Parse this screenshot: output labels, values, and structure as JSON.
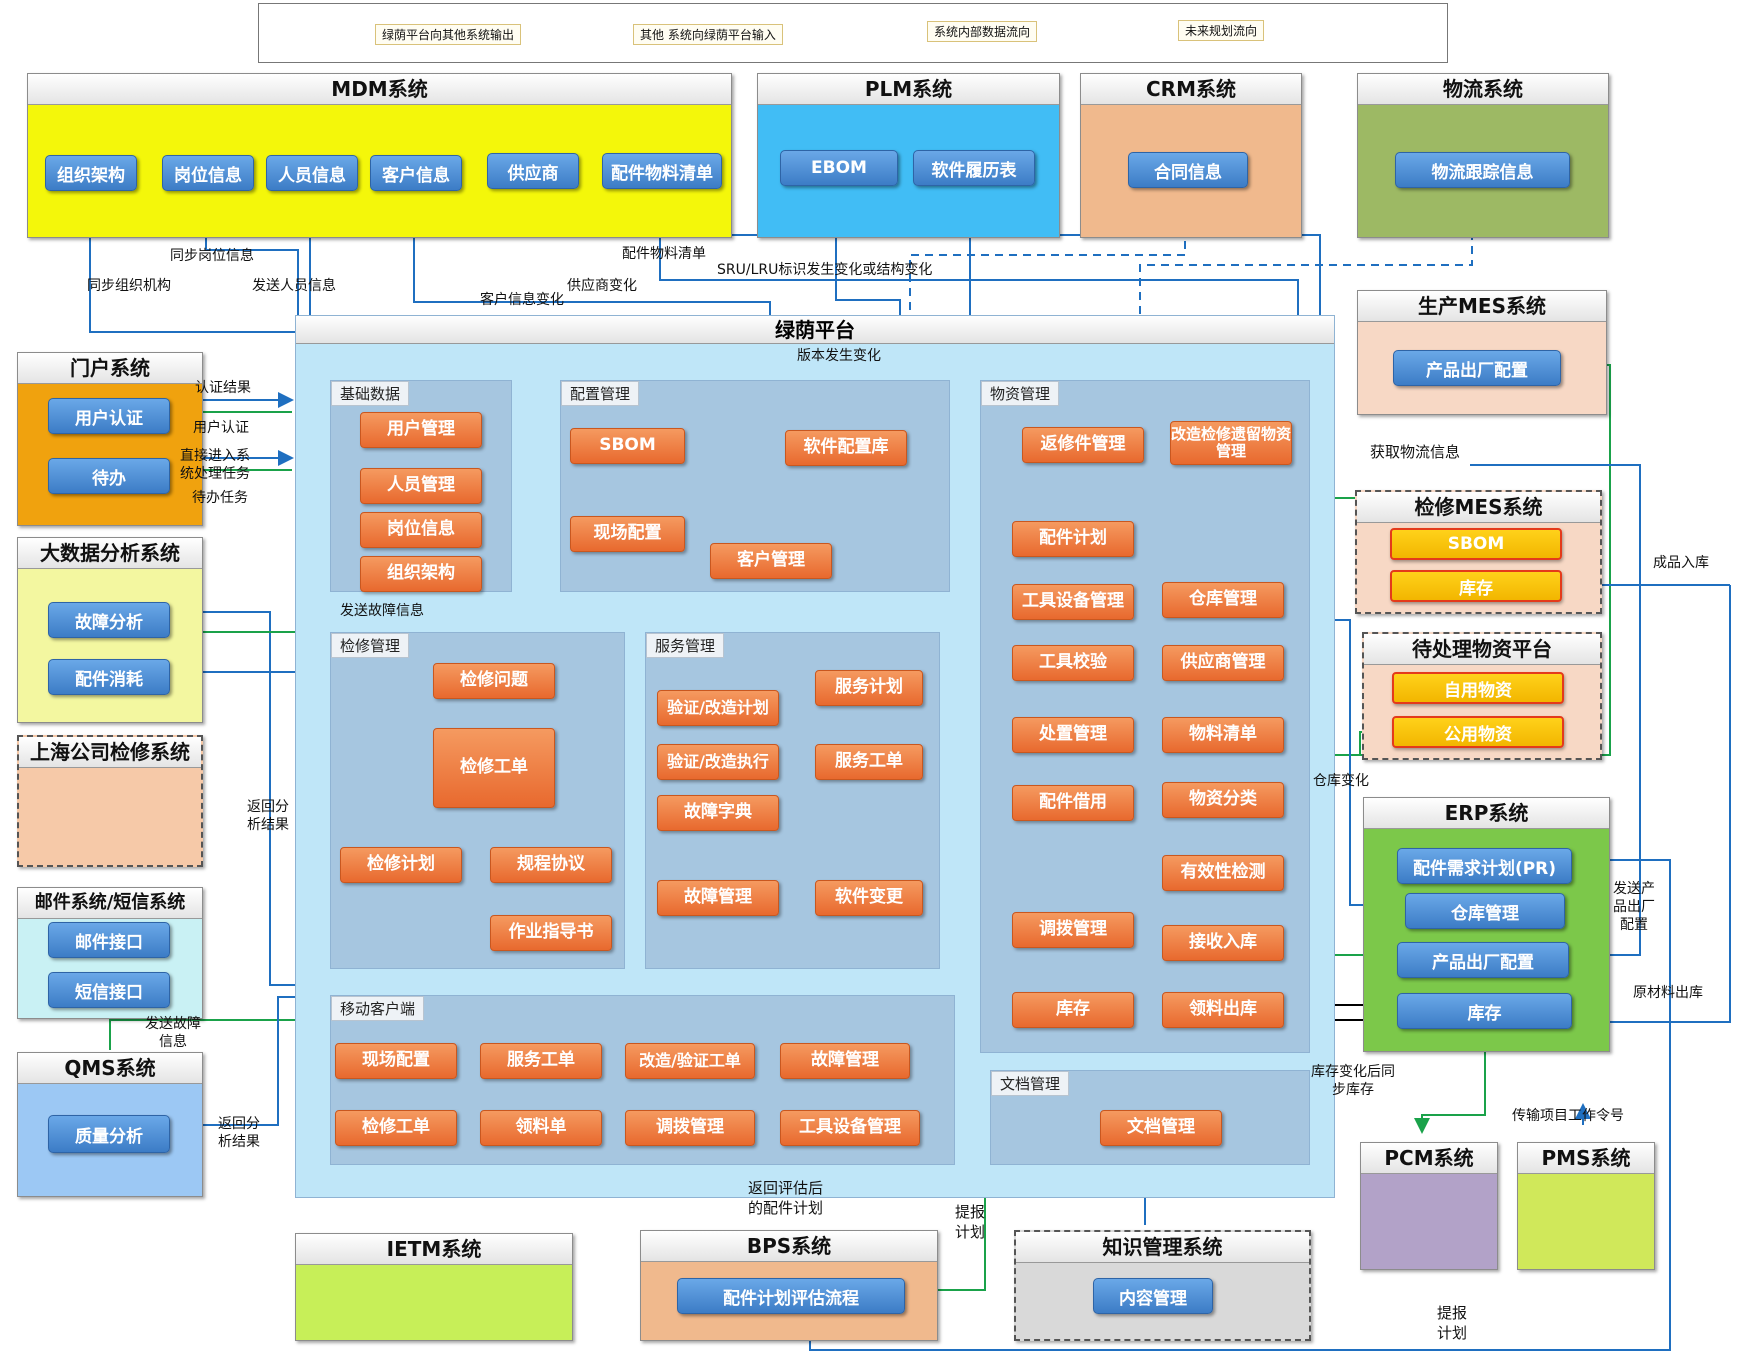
{
  "legend": {
    "green": "绿荫平台向其他系统输出",
    "blue": "其他 系统向绿荫平台输入",
    "black": "系统内部数据流向",
    "dashed": "未来规划流向"
  },
  "mdm": {
    "title": "MDM系统",
    "items": [
      "组织架构",
      "岗位信息",
      "人员信息",
      "客户信息",
      "供应商",
      "配件物料清单"
    ]
  },
  "plm": {
    "title": "PLM系统",
    "items": [
      "EBOM",
      "软件履历表"
    ]
  },
  "crm": {
    "title": "CRM系统",
    "items": [
      "合同信息"
    ]
  },
  "logistics": {
    "title": "物流系统",
    "items": [
      "物流跟踪信息"
    ]
  },
  "mes_prod": {
    "title": "生产MES系统",
    "items": [
      "产品出厂配置"
    ]
  },
  "portal": {
    "title": "门户系统",
    "items": [
      "用户认证",
      "待办"
    ]
  },
  "bigdata": {
    "title": "大数据分析系统",
    "items": [
      "故障分析",
      "配件消耗"
    ]
  },
  "shanghai": {
    "title": "上海公司检修系统"
  },
  "mail": {
    "title": "邮件系统/短信系统",
    "items": [
      "邮件接口",
      "短信接口"
    ]
  },
  "qms": {
    "title": "QMS系统",
    "items": [
      "质量分析"
    ]
  },
  "ietm": {
    "title": "IETM系统"
  },
  "bps": {
    "title": "BPS系统",
    "items": [
      "配件计划评估流程"
    ]
  },
  "knowledge": {
    "title": "知识管理系统",
    "items": [
      "内容管理"
    ]
  },
  "mes_repair": {
    "title": "检修MES系统",
    "items": [
      "SBOM",
      "库存"
    ]
  },
  "pending": {
    "title": "待处理物资平台",
    "items": [
      "自用物资",
      "公用物资"
    ]
  },
  "erp": {
    "title": "ERP系统",
    "items": [
      "配件需求计划(PR)",
      "仓库管理",
      "产品出厂配置",
      "库存"
    ]
  },
  "pcm": {
    "title": "PCM系统"
  },
  "pms": {
    "title": "PMS系统"
  },
  "platform": {
    "title": "绿荫平台",
    "basic": {
      "title": "基础数据",
      "items": [
        "用户管理",
        "人员管理",
        "岗位信息",
        "组织架构"
      ]
    },
    "config": {
      "title": "配置管理",
      "items": [
        "SBOM",
        "软件配置库",
        "现场配置",
        "客户管理"
      ]
    },
    "material": {
      "title": "物资管理",
      "items": [
        "返修件管理",
        "改造检修遗留物资管理",
        "配件计划",
        "工具设备管理",
        "仓库管理",
        "工具校验",
        "供应商管理",
        "处置管理",
        "物料清单",
        "配件借用",
        "物资分类",
        "有效性检测",
        "调拨管理",
        "接收入库",
        "库存",
        "领料出库"
      ]
    },
    "repair": {
      "title": "检修管理",
      "items": [
        "检修问题",
        "检修工单",
        "检修计划",
        "规程协议",
        "作业指导书"
      ]
    },
    "service": {
      "title": "服务管理",
      "items": [
        "验证/改造计划",
        "服务计划",
        "验证/改造执行",
        "服务工单",
        "故障字典",
        "故障管理",
        "软件变更"
      ]
    },
    "mobile": {
      "title": "移动客户端",
      "items": [
        "现场配置",
        "服务工单",
        "改造/验证工单",
        "故障管理",
        "检修工单",
        "领料单",
        "调拨管理",
        "工具设备管理"
      ]
    },
    "docs": {
      "title": "文档管理",
      "items": [
        "文档管理"
      ]
    }
  },
  "labels": {
    "l1": "同步岗位信息",
    "l2": "同步组织机构",
    "l3": "发送人员信息",
    "l4": "配件物料清单",
    "l5": "SRU/LRU标识发生变化或结构变化",
    "l6": "供应商变化",
    "l7": "客户信息变化",
    "l8": "版本发生变化",
    "l9": "认证结果",
    "l10": "用户认证",
    "l11a": "直接进入系",
    "l11b": "统处理任务",
    "l12": "待办任务",
    "l13": "发送故障信息",
    "l14a": "返回分",
    "l14b": "析结果",
    "l15a": "发送故障",
    "l15b": "信息",
    "l16a": "返回分",
    "l16b": "析结果",
    "l17": "获取物流信息",
    "l18": "成品入库",
    "l19": "仓库变化",
    "l20a": "发送产",
    "l20b": "品出厂",
    "l20c": "配置",
    "l21": "原材料出库",
    "l22a": "库存变化后同",
    "l22b": "步库存",
    "l23": "传输项目工作令号",
    "l24a": "返回评估后",
    "l24b": "的配件计划",
    "l25a": "提报",
    "l25b": "计划",
    "l26a": "提报",
    "l26b": "计划"
  }
}
